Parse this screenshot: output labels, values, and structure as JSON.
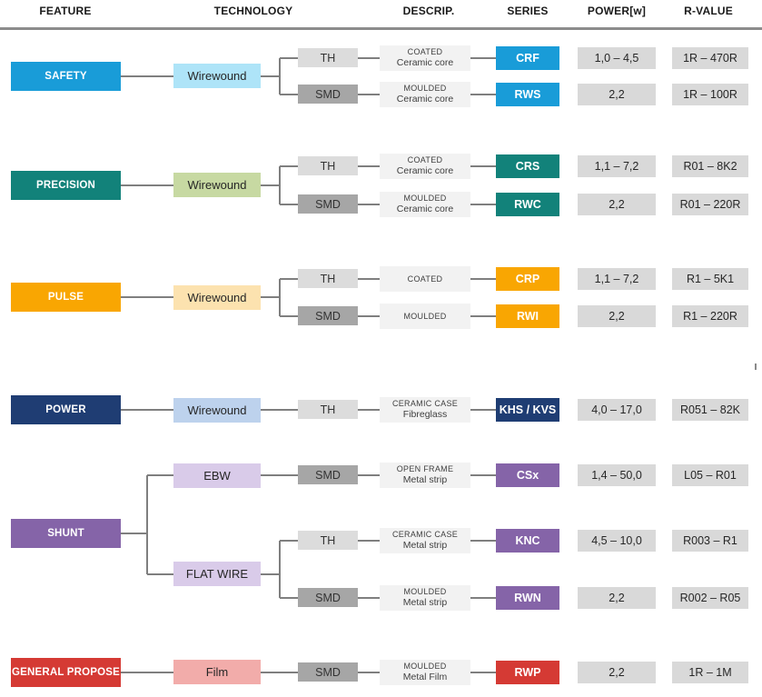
{
  "header": {
    "feature": "FEATURE",
    "technology": "TECHNOLOGY",
    "descrip": "DESCRIP.",
    "series": "SERIES",
    "power": "POWER[w]",
    "rvalue": "R-VALUE"
  },
  "palette": {
    "line": "#7f7f7f",
    "mount_th": "#dcdcdc",
    "mount_smd": "#a6a6a6",
    "desc_bg": "#f2f2f2",
    "value_bg": "#d9d9d9"
  },
  "groups": [
    {
      "feature": "SAFETY",
      "color": "#199cd8",
      "tech_color": "#aee4f8",
      "techs": [
        "Wirewound"
      ],
      "rows": [
        {
          "mount": "TH",
          "desc1": "COATED",
          "desc2": "Ceramic core",
          "series": "CRF",
          "power": "1,0 – 4,5",
          "rvalue": "1R – 470R"
        },
        {
          "mount": "SMD",
          "desc1": "MOULDED",
          "desc2": "Ceramic core",
          "series": "RWS",
          "power": "2,2",
          "rvalue": "1R – 100R"
        }
      ]
    },
    {
      "feature": "PRECISION",
      "color": "#12827a",
      "tech_color": "#c7d9a2",
      "techs": [
        "Wirewound"
      ],
      "rows": [
        {
          "mount": "TH",
          "desc1": "COATED",
          "desc2": "Ceramic core",
          "series": "CRS",
          "power": "1,1 – 7,2",
          "rvalue": "R01 – 8K2"
        },
        {
          "mount": "SMD",
          "desc1": "MOULDED",
          "desc2": "Ceramic core",
          "series": "RWC",
          "power": "2,2",
          "rvalue": "R01 – 220R"
        }
      ]
    },
    {
      "feature": "PULSE",
      "color": "#f9a602",
      "tech_color": "#fce2af",
      "techs": [
        "Wirewound"
      ],
      "rows": [
        {
          "mount": "TH",
          "desc1": "COATED",
          "desc2": "",
          "series": "CRP",
          "power": "1,1 – 7,2",
          "rvalue": "R1 – 5K1"
        },
        {
          "mount": "SMD",
          "desc1": "MOULDED",
          "desc2": "",
          "series": "RWI",
          "power": "2,2",
          "rvalue": "R1 – 220R"
        }
      ]
    },
    {
      "feature": "POWER",
      "color": "#1f3d73",
      "tech_color": "#bdd2ed",
      "techs": [
        "Wirewound"
      ],
      "rows": [
        {
          "mount": "TH",
          "desc1": "CERAMIC CASE",
          "desc2": "Fibreglass",
          "series": "KHS / KVS",
          "power": "4,0 – 17,0",
          "rvalue": "R051 – 82K"
        }
      ]
    },
    {
      "feature": "SHUNT",
      "color": "#8564a8",
      "tech_color": "#d9cbe9",
      "techs": [
        "EBW",
        "FLAT WIRE"
      ],
      "rows": [
        {
          "mount": "SMD",
          "desc1": "OPEN FRAME",
          "desc2": "Metal strip",
          "series": "CSx",
          "power": "1,4 – 50,0",
          "rvalue": "L05 – R01"
        },
        {
          "mount": "TH",
          "desc1": "CERAMIC CASE",
          "desc2": "Metal strip",
          "series": "KNC",
          "power": "4,5 – 10,0",
          "rvalue": "R003 – R1"
        },
        {
          "mount": "SMD",
          "desc1": "MOULDED",
          "desc2": "Metal strip",
          "series": "RWN",
          "power": "2,2",
          "rvalue": "R002 – R05"
        }
      ]
    },
    {
      "feature": "GENERAL PROPOSE",
      "color": "#d53a34",
      "tech_color": "#f2acaa",
      "techs": [
        "Film"
      ],
      "rows": [
        {
          "mount": "SMD",
          "desc1": "MOULDED",
          "desc2": "Metal Film",
          "series": "RWP",
          "power": "2,2",
          "rvalue": "1R – 1M"
        }
      ]
    }
  ]
}
